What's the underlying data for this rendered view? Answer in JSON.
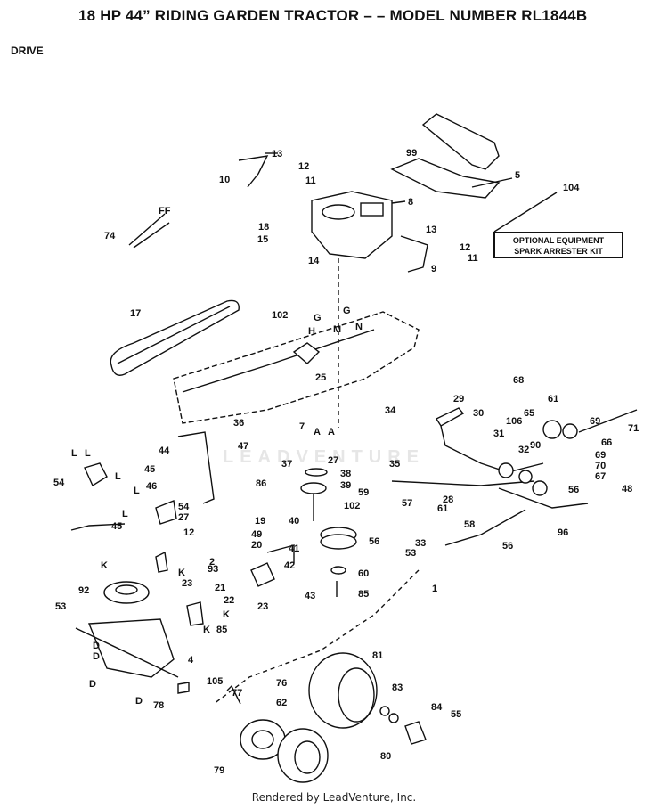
{
  "title": "18 HP 44” RIDING GARDEN TRACTOR – – MODEL NUMBER RL1844B",
  "subtitle": "DRIVE",
  "footer": "Rendered by LeadVenture, Inc.",
  "watermark": "LEADVENTURE",
  "callout": {
    "line1": "–OPTIONAL EQUIPMENT–",
    "line2": "SPARK ARRESTER KIT"
  },
  "part_labels": [
    "99",
    "5",
    "104",
    "13",
    "12",
    "10",
    "11",
    "8",
    "18",
    "15",
    "14",
    "74",
    "FF",
    "13",
    "12",
    "11",
    "9",
    "17",
    "102",
    "G",
    "G",
    "H",
    "N",
    "M",
    "25",
    "29",
    "30",
    "68",
    "61",
    "65",
    "69",
    "71",
    "36",
    "7",
    "A",
    "A",
    "34",
    "31",
    "106",
    "32",
    "90",
    "66",
    "44",
    "47",
    "27",
    "69",
    "70",
    "67",
    "45",
    "37",
    "38",
    "39",
    "86",
    "35",
    "L",
    "L",
    "54",
    "L",
    "L",
    "46",
    "54",
    "L",
    "27",
    "59",
    "57",
    "61",
    "28",
    "56",
    "48",
    "19",
    "40",
    "102",
    "45",
    "12",
    "49",
    "20",
    "41",
    "56",
    "58",
    "56",
    "96",
    "33",
    "53",
    "2",
    "K",
    "K",
    "23",
    "93",
    "42",
    "60",
    "1",
    "92",
    "21",
    "22",
    "23",
    "43",
    "85",
    "53",
    "K",
    "K",
    "85",
    "4",
    "D",
    "D",
    "D",
    "D",
    "78",
    "81",
    "105",
    "77",
    "76",
    "62",
    "83",
    "84",
    "55",
    "80",
    "79"
  ]
}
